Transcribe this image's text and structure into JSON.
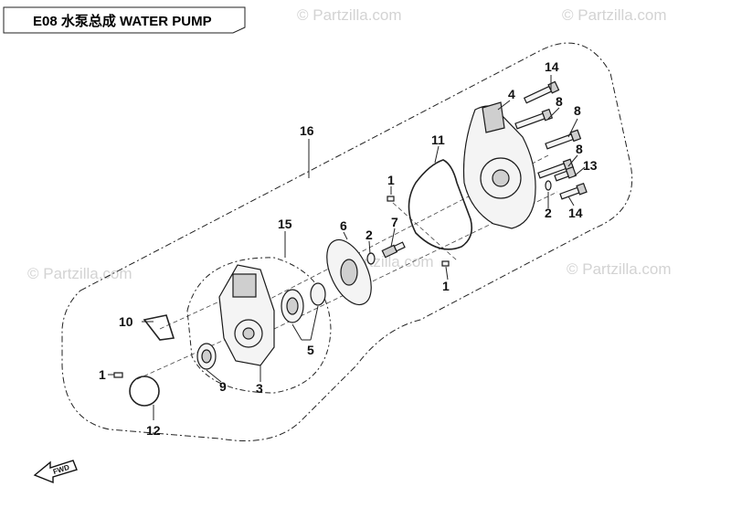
{
  "diagram": {
    "title": "E08 水泵总成 WATER PUMP",
    "watermark": "© Partzilla.com",
    "fwd_label": "FWD",
    "callouts": {
      "c14a": "14",
      "c4": "4",
      "c8a": "8",
      "c8b": "8",
      "c8c": "8",
      "c13": "13",
      "c14b": "14",
      "c2a": "2",
      "c11": "11",
      "c16": "16",
      "c1a": "1",
      "c7": "7",
      "c6": "6",
      "c2b": "2",
      "c1b": "1",
      "c15": "15",
      "c10": "10",
      "c5": "5",
      "c3": "3",
      "c9": "9",
      "c1c": "1",
      "c12": "12"
    }
  }
}
